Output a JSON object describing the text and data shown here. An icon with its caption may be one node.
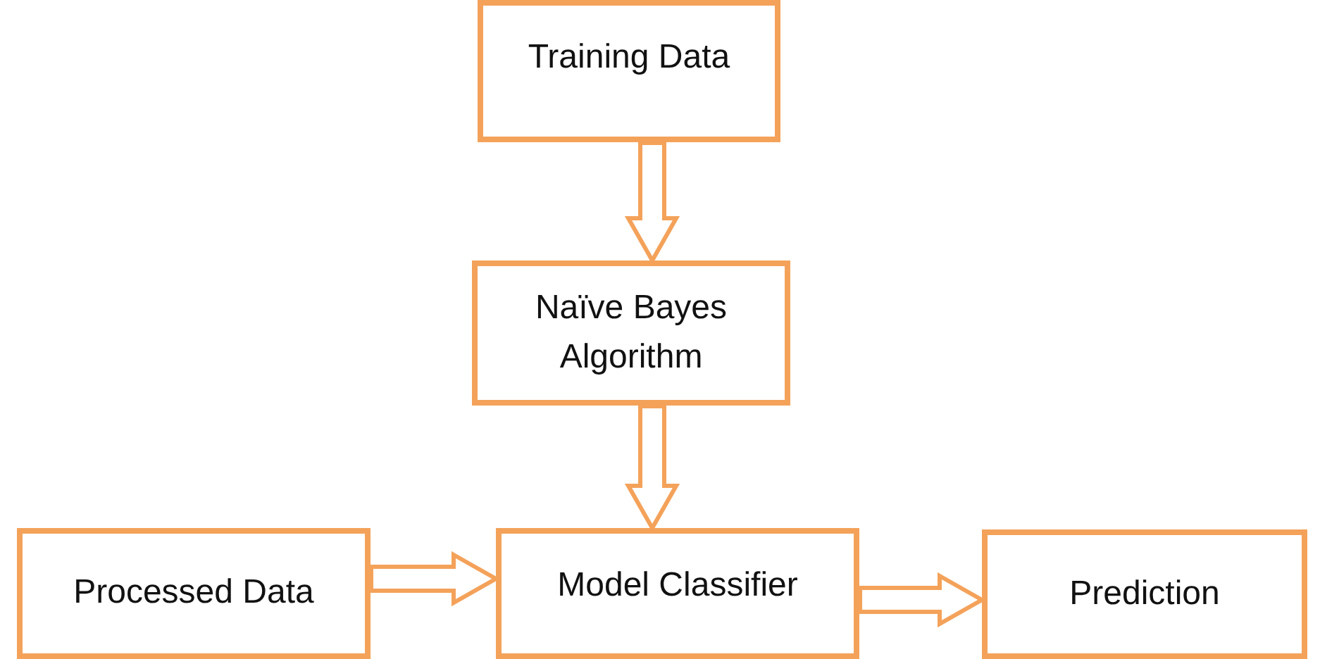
{
  "diagram": {
    "nodes": [
      {
        "text": [
          "Training Data"
        ]
      },
      {
        "text": [
          "Naïve Bayes Algorithm"
        ]
      },
      {
        "text": [
          "Processed Data"
        ]
      },
      {
        "text": [
          "Model Classifier"
        ]
      },
      {
        "text": [
          "Prediction"
        ]
      }
    ],
    "edges": [
      {
        "from": 0,
        "to": 1,
        "arrow": "to"
      },
      {
        "from": 1,
        "to": 3,
        "arrow": "to"
      },
      {
        "from": 2,
        "to": 3,
        "arrow": "to"
      },
      {
        "from": 3,
        "to": 4,
        "arrow": "to"
      }
    ]
  }
}
